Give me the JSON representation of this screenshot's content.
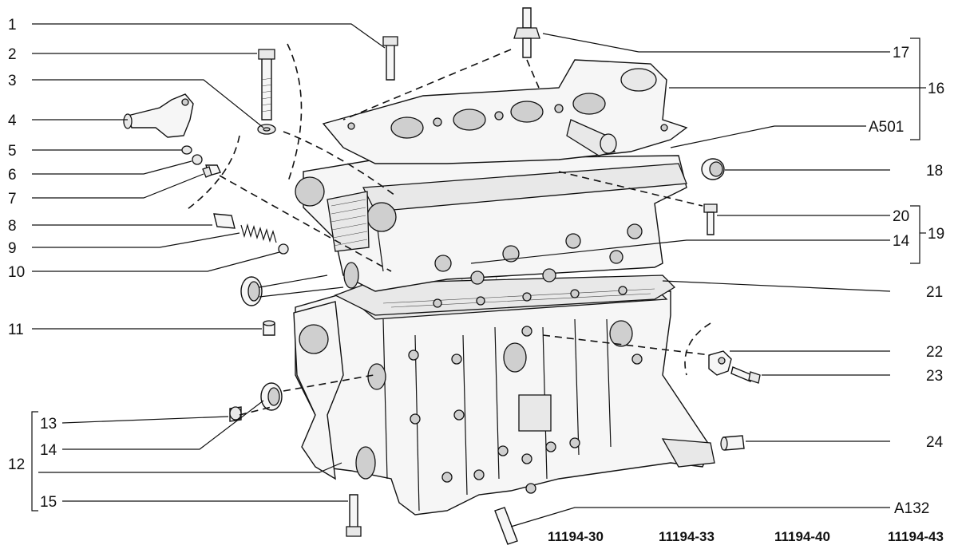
{
  "callouts": {
    "c1": "1",
    "c2": "2",
    "c3": "3",
    "c4": "4",
    "c5": "5",
    "c6": "6",
    "c7": "7",
    "c8": "8",
    "c9": "9",
    "c10": "10",
    "c11": "11",
    "c12": "12",
    "c13": "13",
    "c14a": "14",
    "c15": "15",
    "c17": "17",
    "c16": "16",
    "cA501": "A501",
    "c18": "18",
    "c20": "20",
    "c19": "19",
    "c14b": "14",
    "c21": "21",
    "c22": "22",
    "c23": "23",
    "c24": "24",
    "cA132": "A132"
  },
  "engine_codes": [
    "11194-30",
    "11194-33",
    "11194-40",
    "11194-43"
  ]
}
